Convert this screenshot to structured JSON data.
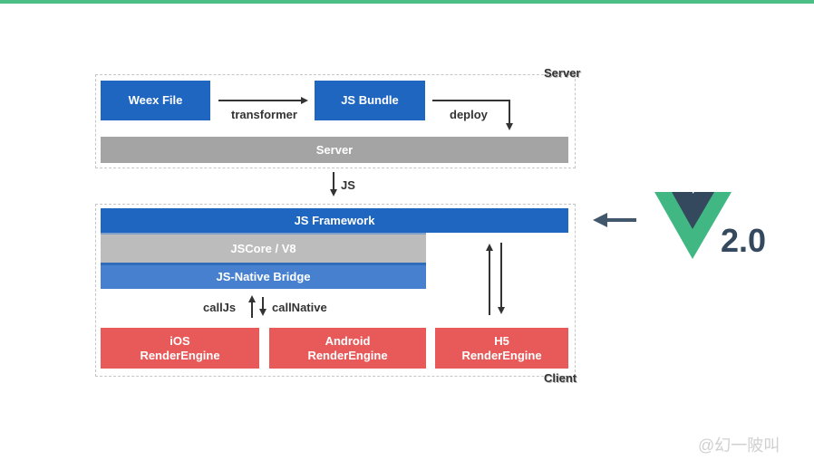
{
  "server": {
    "group_label": "Server",
    "weex_file": "Weex File",
    "transformer": "transformer",
    "js_bundle": "JS Bundle",
    "deploy": "deploy",
    "server_bar": "Server"
  },
  "js_label": "JS",
  "client": {
    "group_label": "Client",
    "js_framework": "JS Framework",
    "jscore": "JSCore / V8",
    "bridge": "JS-Native Bridge",
    "calljs": "callJs",
    "callnative": "callNative",
    "ios": "iOS\nRenderEngine",
    "android": "Android\nRenderEngine",
    "h5": "H5\nRenderEngine"
  },
  "vue": {
    "version": "2.0",
    "icon": "vue-logo-icon",
    "colors": {
      "green": "#41b883",
      "dark": "#35495e"
    }
  },
  "watermark": "@幻一陂叫",
  "colors": {
    "accent_bar": "#4dbf86",
    "blue": "#1f66c1",
    "red": "#e85a5a",
    "gray": "#a4a4a4"
  }
}
